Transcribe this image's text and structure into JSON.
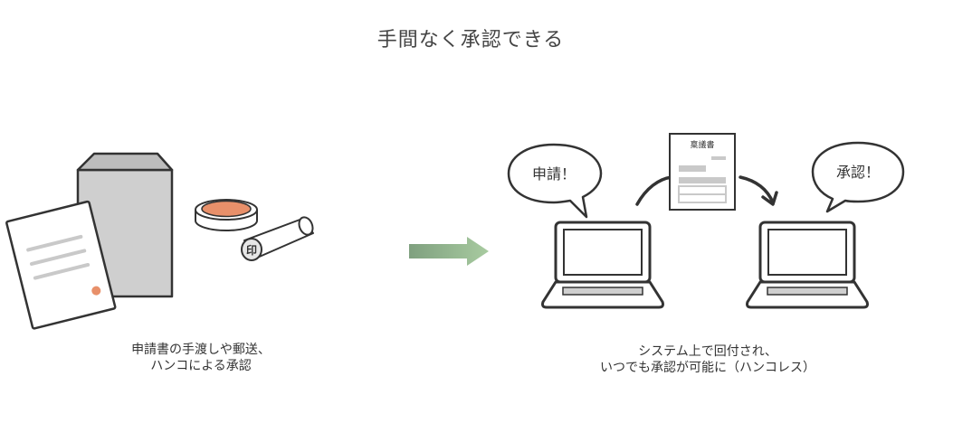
{
  "title": "手間なく承認できる",
  "left_caption": {
    "line1": "申請書の手渡しや郵送、",
    "line2": "ハンコによる承認"
  },
  "right_caption": {
    "line1": "システム上で回付され、",
    "line2": "いつでも承認が可能に（ハンコレス）"
  },
  "bubbles": {
    "apply": "申請！",
    "approve": "承認！"
  },
  "document_title": "稟議書",
  "stamp_char": "印",
  "colors": {
    "stamp_pad": "#E8906A",
    "doc_dot": "#E8906A",
    "arrow_start": "#7FA07F",
    "arrow_end": "#A8C8A0",
    "box": "#CFCFCF"
  },
  "icons": {
    "envelope": "envelope-box-icon",
    "paper": "document-icon",
    "stamp_pad": "stamp-pad-icon",
    "stamp": "hanko-stamp-icon",
    "arrow": "green-arrow-icon",
    "laptop": "laptop-icon"
  }
}
